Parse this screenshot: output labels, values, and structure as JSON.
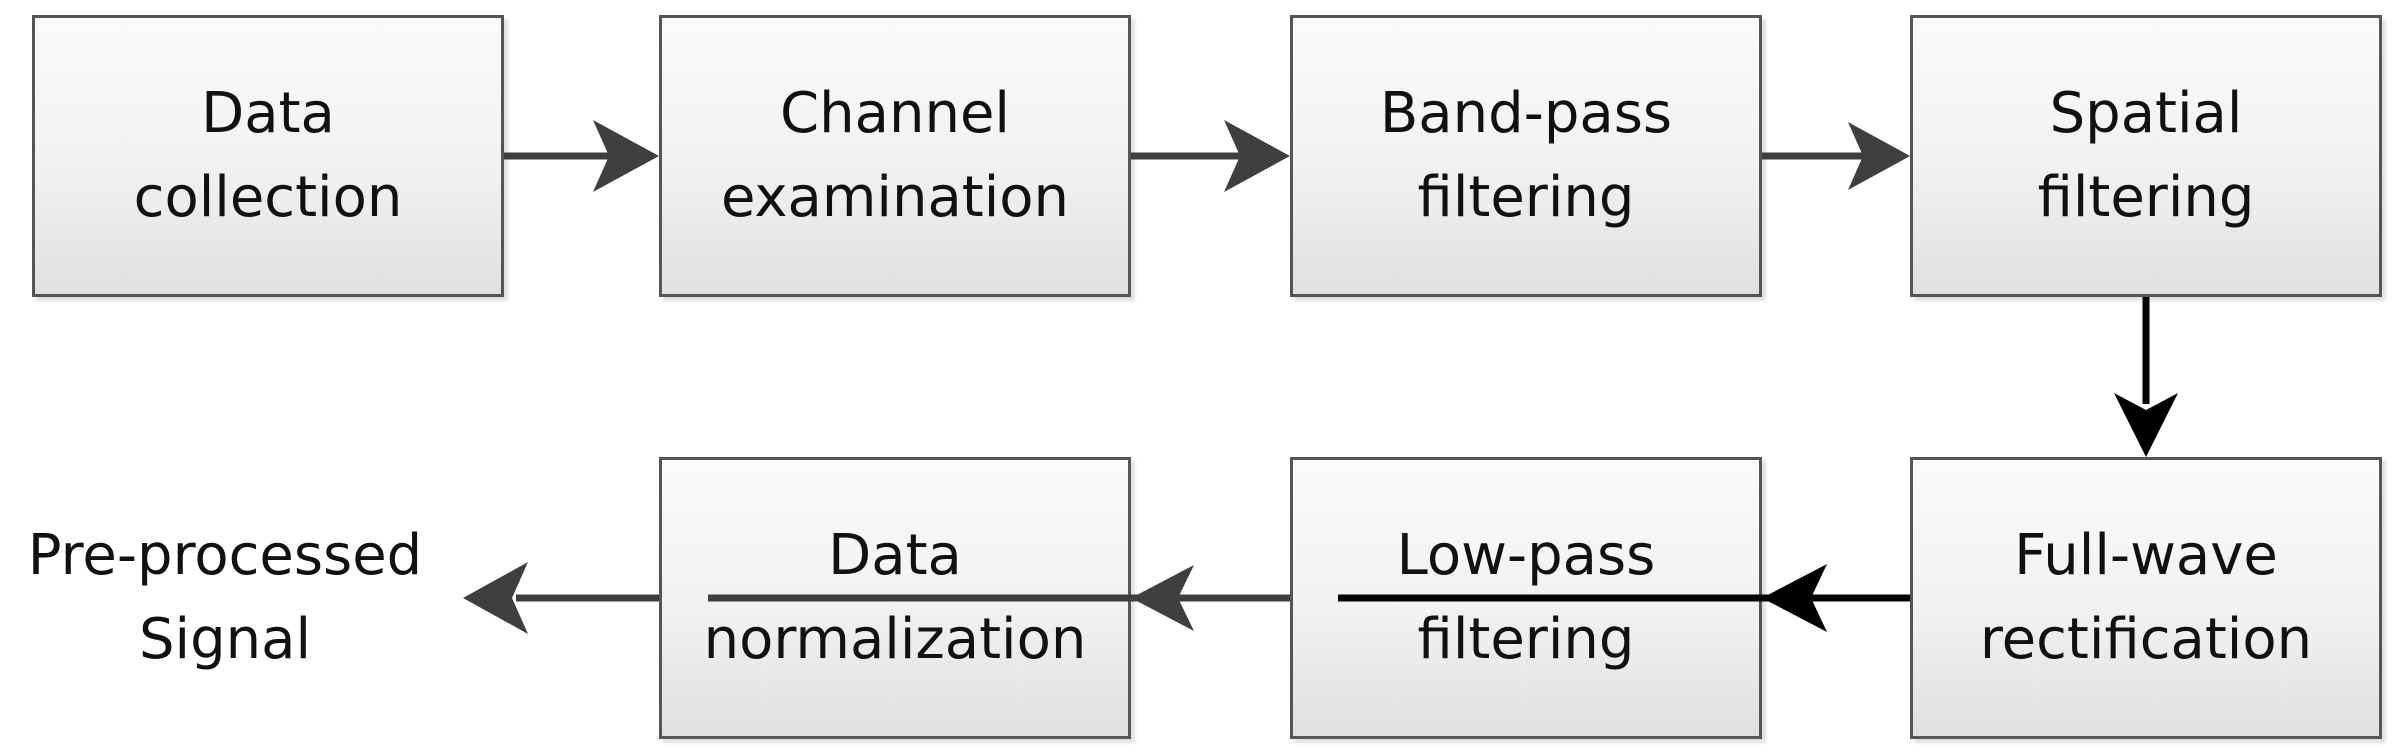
{
  "steps": [
    {
      "line1": "Data",
      "line2": "collection"
    },
    {
      "line1": "Channel",
      "line2": "examination"
    },
    {
      "line1": "Band-pass",
      "line2": "filtering"
    },
    {
      "line1": "Spatial",
      "line2": "filtering"
    },
    {
      "line1": "Full-wave",
      "line2": "rectification"
    },
    {
      "line1": "Low-pass",
      "line2": "filtering"
    },
    {
      "line1": "Data",
      "line2": "normalization"
    }
  ],
  "output": {
    "line1": "Pre-processed",
    "line2": "Signal"
  },
  "colors": {
    "box_border": "#555555",
    "box_fill_top": "#fbfbfb",
    "box_fill_bottom": "#e0e0e0",
    "arrow_dark_gray": "#3f3f3f",
    "arrow_black": "#000000",
    "text": "#111111"
  }
}
